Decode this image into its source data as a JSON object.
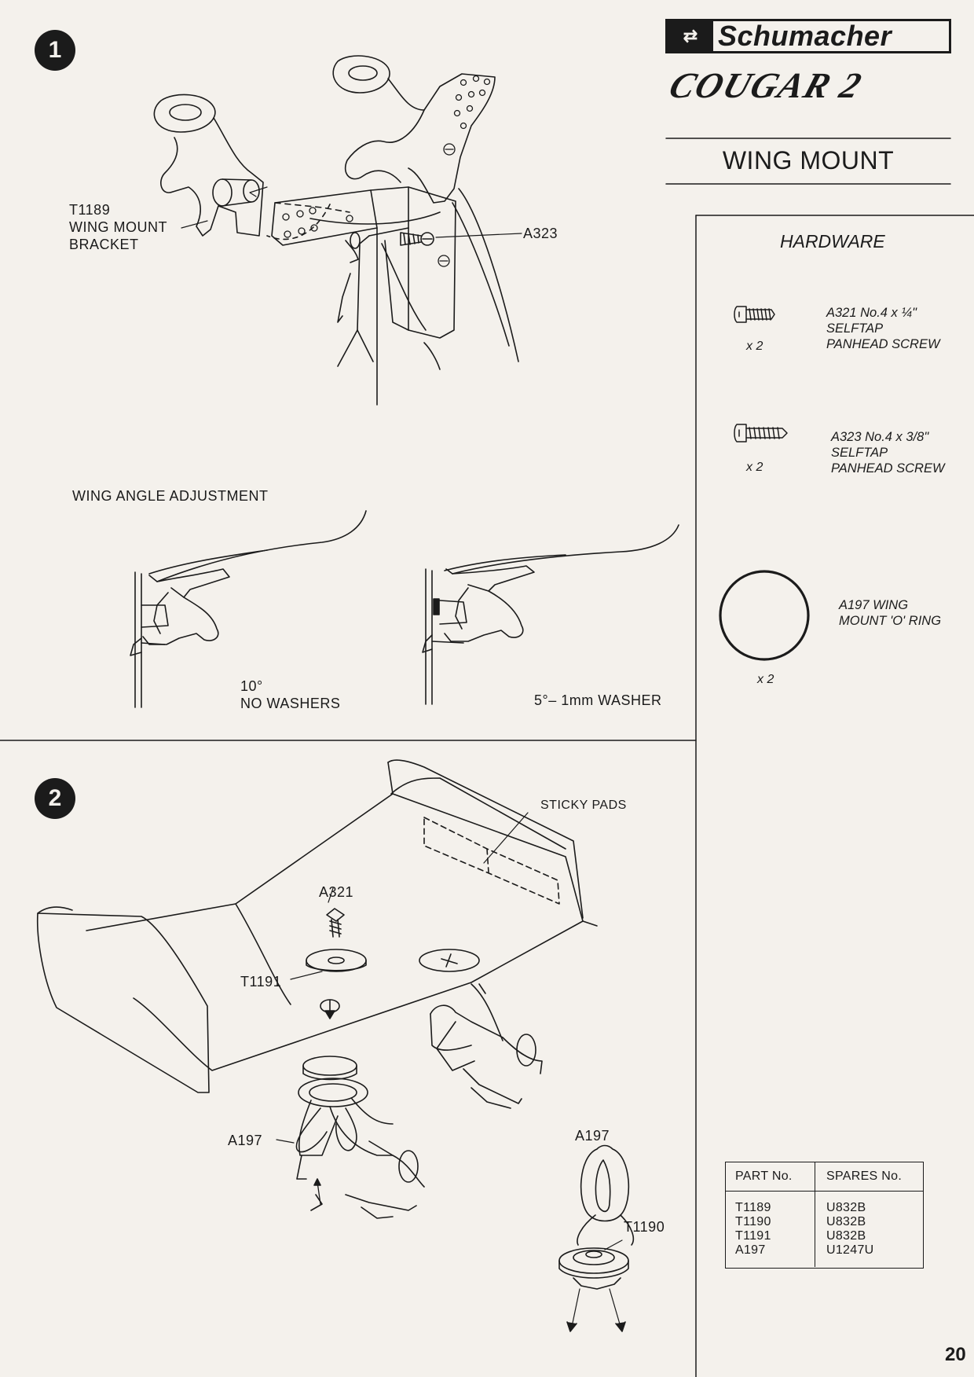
{
  "brand": {
    "logo_text": "Schumacher",
    "model_logo": "COUGAR 2"
  },
  "page_title": "WING MOUNT",
  "page_number": "20",
  "step1": {
    "number": "1",
    "bracket_label": [
      "T1189",
      "WING MOUNT",
      "BRACKET"
    ],
    "screw_label": "A323",
    "angle_heading": "WING ANGLE ADJUSTMENT",
    "angle_left": {
      "degrees": "10°",
      "text": "NO WASHERS"
    },
    "angle_right": {
      "text": "5°– 1mm WASHER"
    }
  },
  "step2": {
    "number": "2",
    "labels": {
      "sticky_pads": "STICKY PADS",
      "screw": "A321",
      "washer": "T1191",
      "oring_left": "A197",
      "oring_right": "A197",
      "mount": "T1190"
    }
  },
  "hardware": {
    "heading": "HARDWARE",
    "items": [
      {
        "desc": [
          "A321 No.4 x ¼\"",
          "SELFTAP",
          "PANHEAD SCREW"
        ],
        "qty": "x 2",
        "icon": "short-screw-icon"
      },
      {
        "desc": [
          "A323 No.4 x 3/8\"",
          "SELFTAP",
          "PANHEAD SCREW"
        ],
        "qty": "x 2",
        "icon": "long-screw-icon"
      },
      {
        "desc": [
          "A197 WING",
          "MOUNT 'O' RING"
        ],
        "qty": "x 2",
        "icon": "o-ring-icon"
      }
    ]
  },
  "spares_table": {
    "headers": [
      "PART No.",
      "SPARES No."
    ],
    "rows": [
      [
        "T1189",
        "U832B"
      ],
      [
        "T1190",
        "U832B"
      ],
      [
        "T1191",
        "U832B"
      ],
      [
        "A197",
        "U1247U"
      ]
    ]
  }
}
